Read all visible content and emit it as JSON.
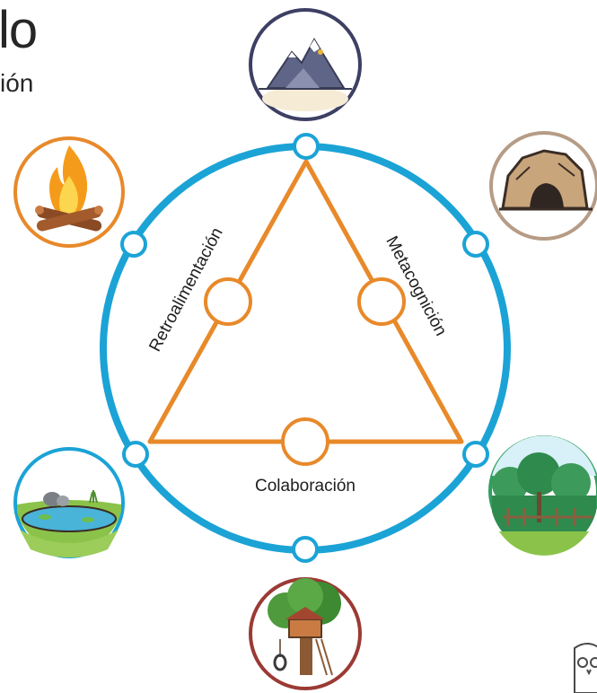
{
  "title": {
    "main": "lo",
    "sub": "ión"
  },
  "labels": {
    "left_side": "Retroalimentación",
    "right_side": "Metacognición",
    "bottom_side": "Colaboración"
  },
  "icons": [
    "mountain-icon",
    "cave-icon",
    "forest-icon",
    "treehouse-icon",
    "pond-icon",
    "campfire-icon",
    "owl-logo-icon"
  ],
  "colors": {
    "circle": "#1ba3d6",
    "triangle": "#e8892a",
    "mountain_ring": "#3d3f63",
    "cave_ring": "#b69c86",
    "forest_ring": "#2f9f5e",
    "treehouse_ring": "#9b3a34",
    "pond_ring": "#1ba3d6",
    "campfire_ring": "#e8892a"
  }
}
